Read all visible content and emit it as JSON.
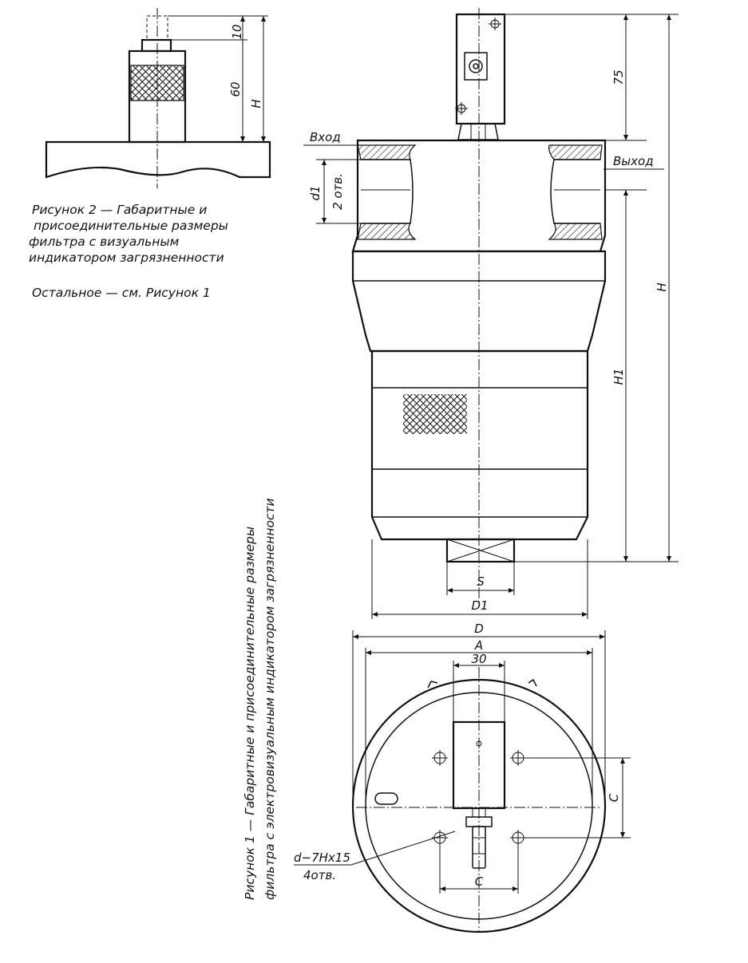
{
  "figure2": {
    "dim_10": "10",
    "dim_60": "60",
    "dim_H": "H",
    "caption_line1": "Рисунок 2 — Габаритные и",
    "caption_line2": "присоединительные размеры",
    "caption_line3": "фильтра с визуальным",
    "caption_line4": "индикатором загрязненности",
    "note": "Остальное — см. Рисунок 1"
  },
  "figure1": {
    "caption_line1": "Рисунок 1 — Габаритные и присоединительные размеры",
    "caption_line2": "фильтра с электровизуальным индикатором загрязненности",
    "inlet": "Вход",
    "outlet": "Выход",
    "dim_75": "75",
    "dim_H": "H",
    "dim_H1": "H1",
    "dim_d1": "d1",
    "holes_2": "2 отв.",
    "dim_S": "S",
    "dim_D1": "D1",
    "dim_D": "D",
    "dim_A": "A",
    "dim_30": "30",
    "dim_C_vertical": "C",
    "dim_C_horizontal": "C",
    "thread_spec": "d−7Hx15",
    "holes_4": "4отв."
  }
}
